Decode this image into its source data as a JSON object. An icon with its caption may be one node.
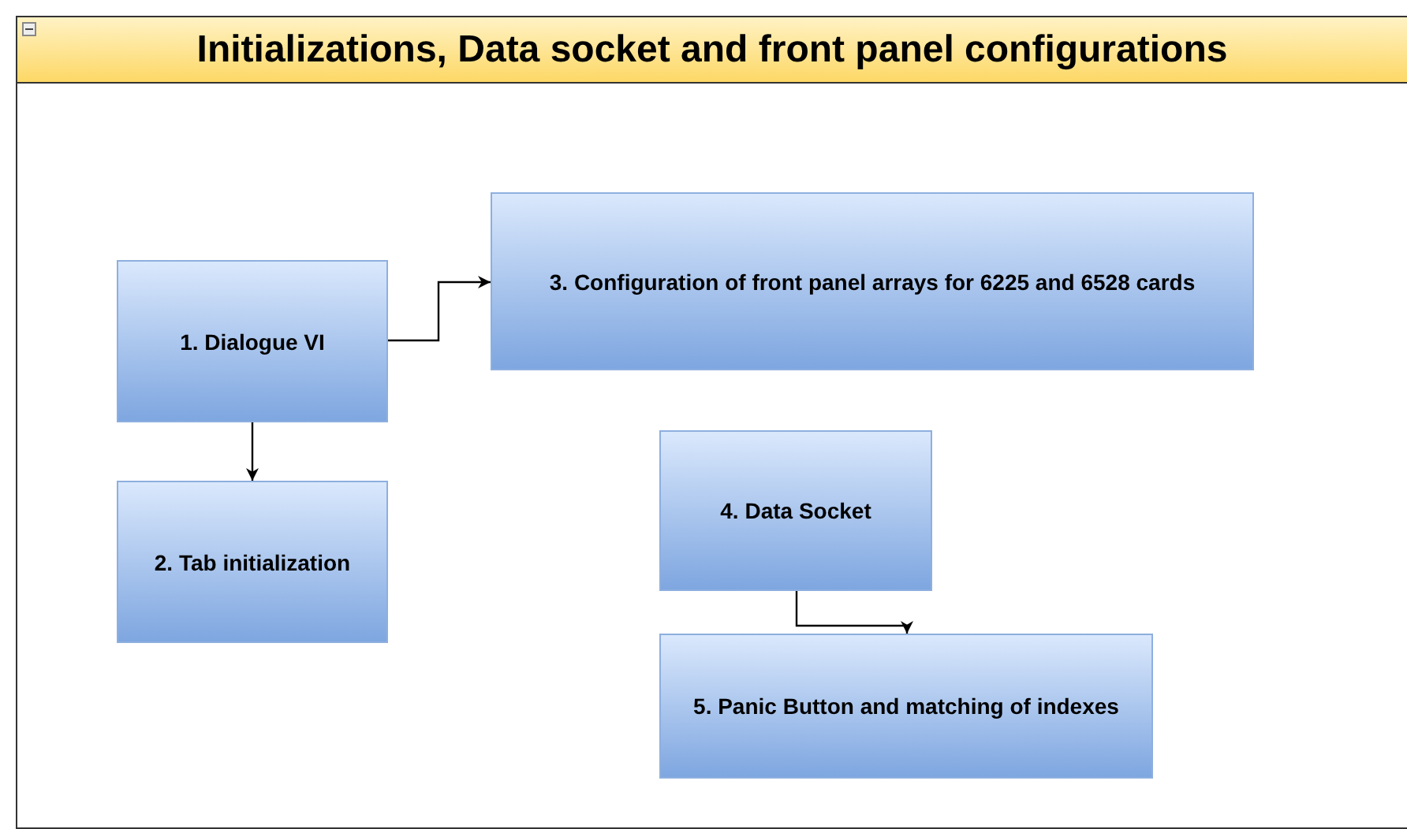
{
  "diagram": {
    "nodes": [
      {
        "text": [
          "Initializations, Data socket and front panel configurations"
        ]
      },
      {
        "text": [
          "1. Dialogue VI"
        ],
        "in": 0
      },
      {
        "text": [
          "2. Tab initialization"
        ],
        "in": 0
      },
      {
        "text": [
          "3. Configuration of front panel arrays for 6225 and 6528 cards"
        ],
        "in": 0
      },
      {
        "text": [
          "4. Data Socket"
        ],
        "in": 0
      },
      {
        "text": [
          "5. Panic Button and matching of indexes"
        ],
        "in": 0
      }
    ],
    "edges": [
      {
        "from": 1,
        "to": 3,
        "arrow": "to"
      },
      {
        "from": 1,
        "to": 2,
        "arrow": "to"
      },
      {
        "from": 4,
        "to": 5,
        "arrow": "to"
      }
    ]
  }
}
